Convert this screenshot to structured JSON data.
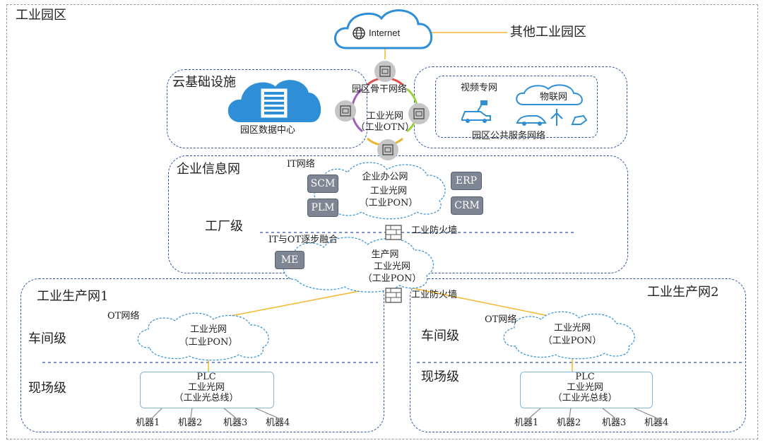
{
  "title": "工业园区",
  "internet": {
    "label": "Internet",
    "other_park": "其他工业园区"
  },
  "cloud_infra": {
    "title": "云基础设施",
    "datacenter": "园区数据中心"
  },
  "backbone": {
    "ring_label": "园区骨干网络",
    "otn_line1": "工业光网",
    "otn_line2": "（工业OTN）"
  },
  "public_service": {
    "video": "视频专网",
    "iot": "物联网",
    "title": "园区公共服务网络"
  },
  "enterprise": {
    "title": "企业信息网",
    "it_label": "IT网络",
    "office_line1": "企业办公网",
    "office_line2": "工业光网",
    "office_line3": "（工业PON）",
    "tags": [
      "SCM",
      "ERP",
      "PLM",
      "CRM"
    ],
    "factory_level": "工厂级",
    "firewall": "工业防火墙",
    "fusion": "IT与OT逐步融合",
    "me_tag": "ME",
    "prod_line1": "生产网",
    "prod_line2": "工业光网",
    "prod_line3": "（工业PON）"
  },
  "firewall2": "工业防火墙",
  "network1": {
    "title": "工业生产网1",
    "ot_label": "OT网络",
    "workshop": "车间级",
    "cloud_line1": "工业光网",
    "cloud_line2": "（工业PON）",
    "field": "现场级",
    "plc_line1": "PLC",
    "plc_line2": "工业光网",
    "plc_line3": "（工业光总线）",
    "machines": [
      "机器1",
      "机器2",
      "机器3",
      "机器4"
    ]
  },
  "network2": {
    "title": "工业生产网2",
    "ot_label": "OT网络",
    "workshop": "车间级",
    "cloud_line1": "工业光网",
    "cloud_line2": "（工业PON）",
    "field": "现场级",
    "plc_line1": "PLC",
    "plc_line2": "工业光网",
    "plc_line3": "（工业光总线）",
    "machines": [
      "机器1",
      "机器2",
      "机器3",
      "机器4"
    ]
  },
  "colors": {
    "frame": "#9a9a9a",
    "region": "#2f55a4",
    "cloud": "#2f8fd6",
    "link": "#f5b731",
    "tag": "#7f8592"
  }
}
